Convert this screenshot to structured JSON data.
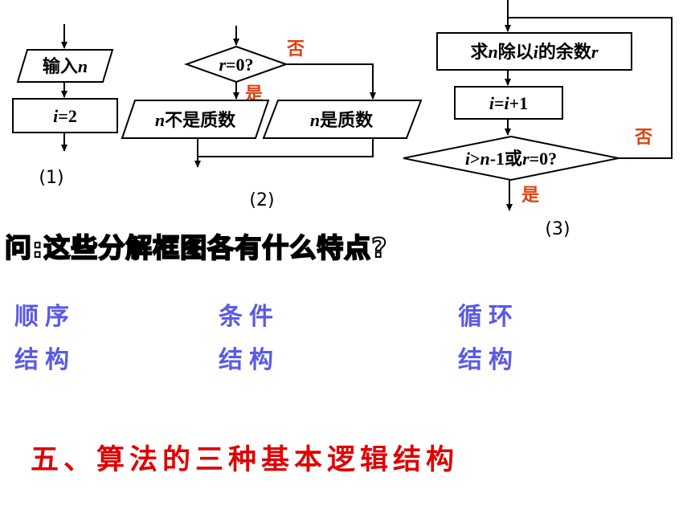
{
  "flowcharts": {
    "sequence": {
      "input": [
        "输入",
        "n"
      ],
      "assign": [
        "i",
        "=2"
      ],
      "caption": "(1)"
    },
    "condition": {
      "test": [
        "r",
        "=0?"
      ],
      "no": "否",
      "yes": "是",
      "left_box": [
        "n",
        "不是质数"
      ],
      "right_box": [
        "n",
        "是质数"
      ],
      "caption": "(2)"
    },
    "loop": {
      "step1": [
        "求",
        "n",
        "除以",
        "i",
        "的余数",
        "r"
      ],
      "step2": [
        "i",
        "=",
        "i",
        "+1"
      ],
      "test": [
        "i",
        ">",
        "n",
        "-1或",
        "r",
        "=0?"
      ],
      "no": "否",
      "yes": "是",
      "caption": "(3)"
    }
  },
  "question": "问:这些分解框图各有什么特点?",
  "structures": [
    {
      "line1": "顺序",
      "line2": "结构"
    },
    {
      "line1": "条件",
      "line2": "结构"
    },
    {
      "line1": "循环",
      "line2": "结构"
    }
  ],
  "heading": "五、算法的三种基本逻辑结构",
  "colors": {
    "line": "#000000",
    "yes_no": "#e04010",
    "structure": "#5a5ae6",
    "heading": "#e00000"
  }
}
